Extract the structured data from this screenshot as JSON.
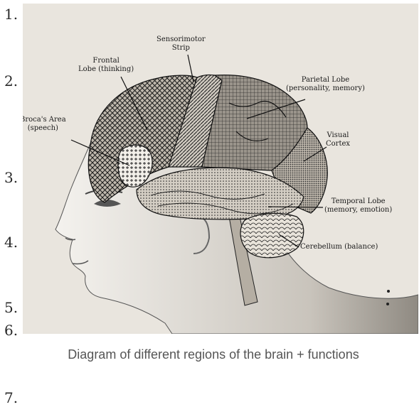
{
  "list_numbers": [
    "1.",
    "2.",
    "3.",
    "4.",
    "5.",
    "6.",
    "7."
  ],
  "diagram": {
    "labels": {
      "sensorimotor": [
        "Sensorimotor",
        "Strip"
      ],
      "frontal": [
        "Frontal",
        "Lobe (thinking)"
      ],
      "parietal": [
        "Parietal Lobe",
        "(personality, memory)"
      ],
      "broca": [
        "Broca's Area",
        "(speech)"
      ],
      "visual": [
        "Visual",
        "Cortex"
      ],
      "temporal": [
        "Temporal Lobe",
        "(memory, emotion)"
      ],
      "cerebellum": [
        "Cerebellum (balance)"
      ]
    }
  },
  "caption": "Diagram of different regions of the brain + functions"
}
